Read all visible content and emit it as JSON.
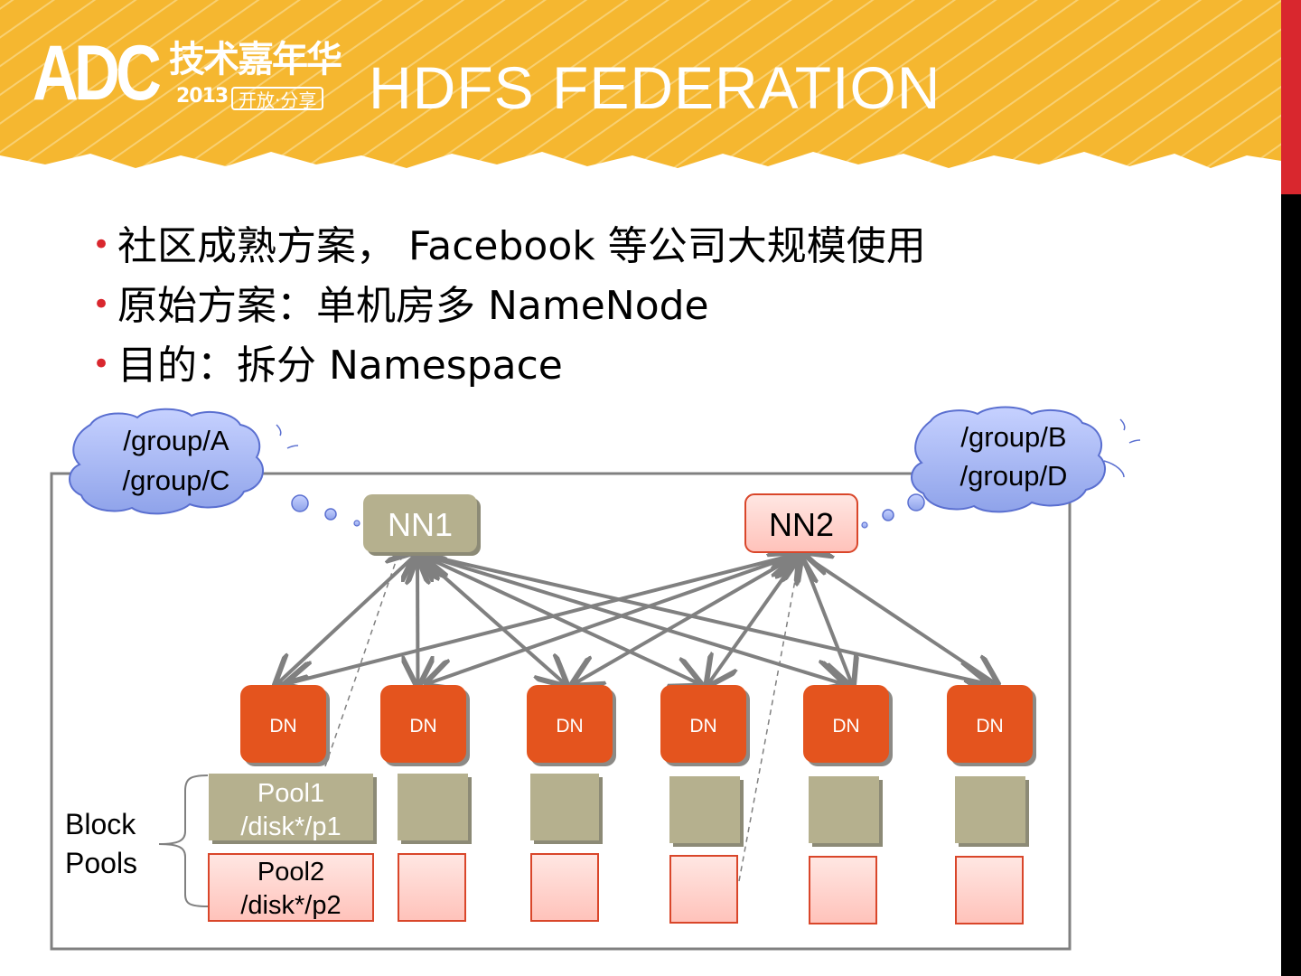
{
  "header": {
    "logo_adc": "ADC",
    "logo_cn": "技术嘉年华",
    "logo_year": "2013",
    "logo_tagline": "开放·分享",
    "title": "HDFS FEDERATION"
  },
  "bullets": [
    "社区成熟方案， Facebook 等公司大规模使用",
    "原始方案：单机房多 NameNode",
    "目的：拆分 Namespace"
  ],
  "diagram": {
    "cloud_left": {
      "line1": "/group/A",
      "line2": "/group/C"
    },
    "cloud_right": {
      "line1": "/group/B",
      "line2": "/group/D"
    },
    "nn1_label": "NN1",
    "nn2_label": "NN2",
    "dn_label": "DN",
    "pool1": {
      "line1": "Pool1",
      "line2": "/disk*/p1"
    },
    "pool2": {
      "line1": "Pool2",
      "line2": "/disk*/p2"
    },
    "block_pools": {
      "line1": "Block",
      "line2": "Pools"
    }
  },
  "colors": {
    "banner": "#f5b730",
    "accent_red": "#d9272e",
    "nn1": "#b5b08e",
    "nn2": "#ffcfc8",
    "dn": "#e4541e",
    "pool1": "#b5b08e",
    "pool2": "#ffcfc8",
    "cloud": "#a9b8f0",
    "arrow": "#808080"
  }
}
